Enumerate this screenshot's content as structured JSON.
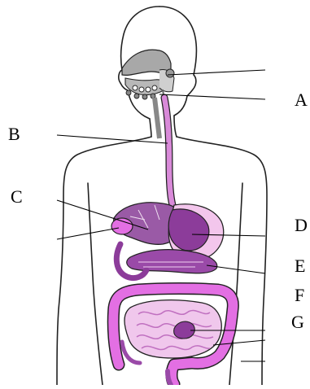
{
  "labels": {
    "a": "A",
    "b": "B",
    "c": "C",
    "d": "D",
    "e": "E",
    "f": "F",
    "g": "G"
  },
  "colors": {
    "outline": "#222222",
    "esophagus": "#d98ad9",
    "stomach": "#8c3c9a",
    "stomach_light": "#f3c6ec",
    "liver": "#9a5aa6",
    "colon": "#e36fe3",
    "small_intestine": "#f0c7ec",
    "head_gray": "#a8a8a8",
    "pointer_line": "#000000"
  }
}
